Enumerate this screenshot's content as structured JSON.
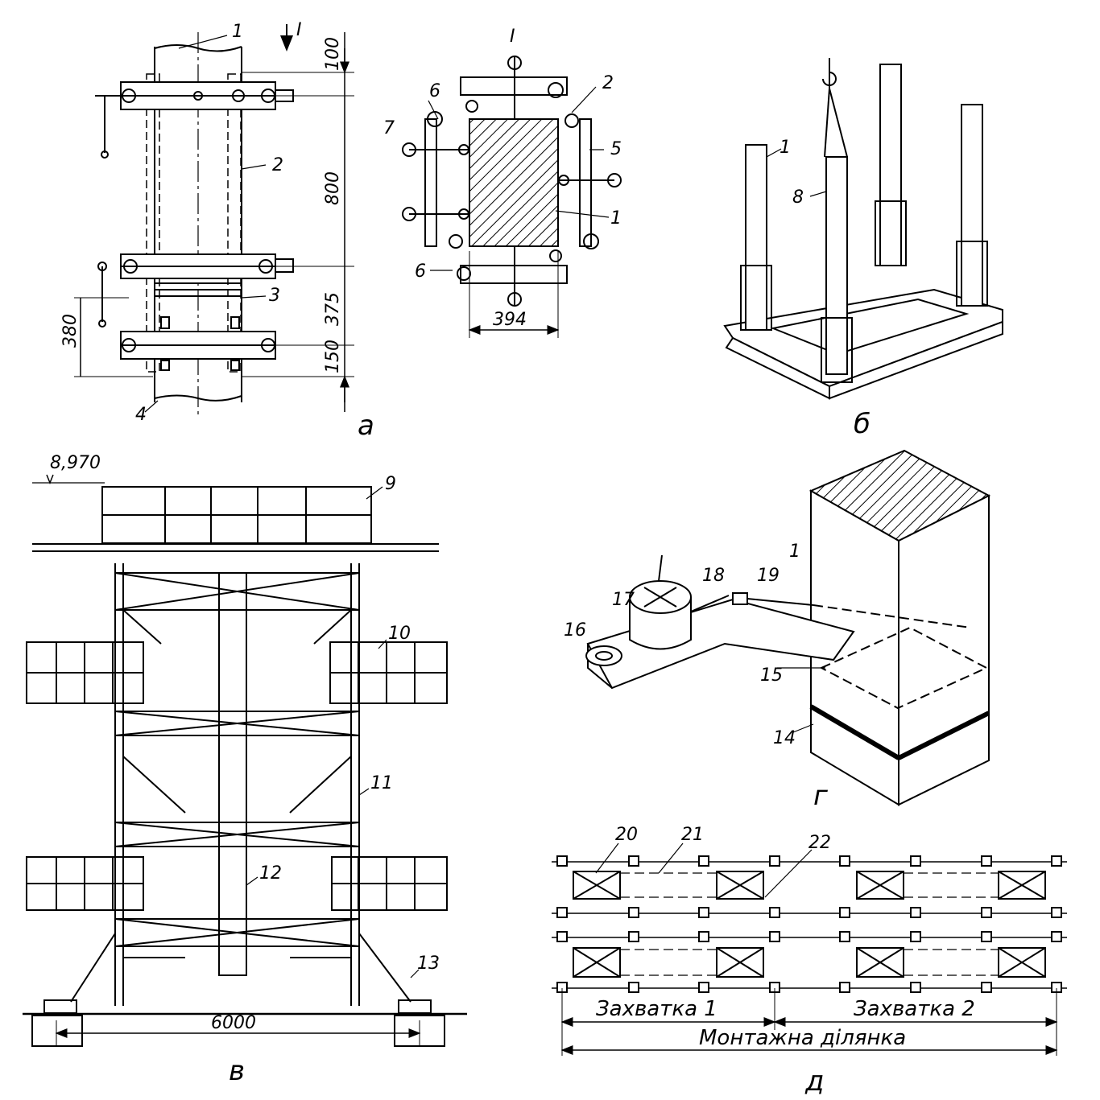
{
  "panels": {
    "a": {
      "label": "а",
      "section_mark": "I",
      "dimensions": [
        "100",
        "800",
        "375",
        "150",
        "380",
        "394"
      ],
      "callouts": [
        "1",
        "2",
        "3",
        "4",
        "5",
        "6",
        "7"
      ]
    },
    "b": {
      "label": "б",
      "callouts": [
        "1",
        "8"
      ]
    },
    "v": {
      "label": "в",
      "elevation": "8,970",
      "span": "6000",
      "callouts": [
        "9",
        "10",
        "11",
        "12",
        "13"
      ]
    },
    "g": {
      "label": "г",
      "callouts": [
        "1",
        "14",
        "15",
        "16",
        "17",
        "18",
        "19"
      ]
    },
    "d": {
      "label": "д",
      "callouts": [
        "20",
        "21",
        "22"
      ],
      "zone1": "Захватка 1",
      "zone2": "Захватка 2",
      "section": "Монтажна ділянка"
    }
  }
}
